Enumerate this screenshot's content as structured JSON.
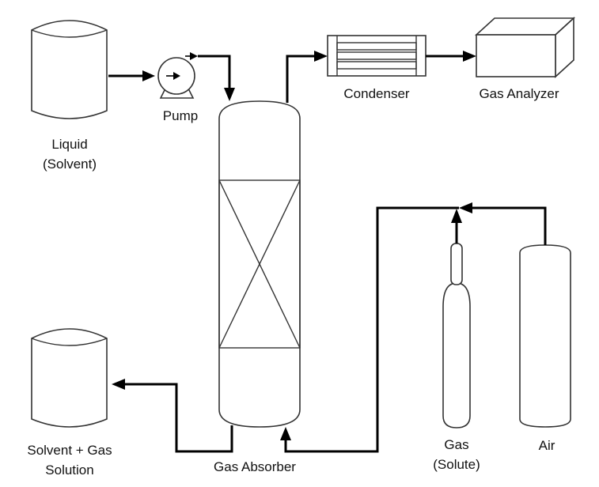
{
  "labels": {
    "liquid_line1": "Liquid",
    "liquid_line2": "(Solvent)",
    "pump": "Pump",
    "condenser": "Condenser",
    "gas_analyzer": "Gas Analyzer",
    "gas_line1": "Gas",
    "gas_line2": "(Solute)",
    "air": "Air",
    "solution_line1": "Solvent + Gas",
    "solution_line2": "Solution",
    "gas_absorber": "Gas Absorber"
  },
  "colors": {
    "stroke": "#333333",
    "pipe": "#000000",
    "background": "#ffffff"
  }
}
